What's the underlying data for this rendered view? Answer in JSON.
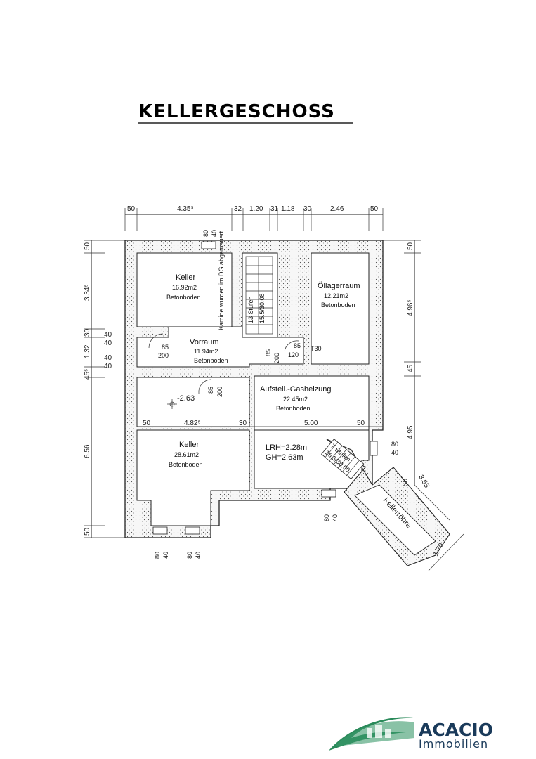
{
  "title": "KELLERGESCHOSS",
  "dimensions_top": [
    "50",
    "4.35⁵",
    "32",
    "1.20",
    "31",
    "1.18",
    "30",
    "2.46",
    "50"
  ],
  "dimensions_left": [
    "50",
    "3.34⁵",
    "30",
    "1.32",
    "45⁵",
    "6.56",
    "50"
  ],
  "dimensions_right": [
    "50",
    "4.96⁵",
    "45",
    "4.95"
  ],
  "rooms": {
    "keller1": {
      "name": "Keller",
      "area": "16.92m2",
      "floor": "Betonboden"
    },
    "oellager": {
      "name": "Öllagerraum",
      "area": "12.21m2",
      "floor": "Betonboden"
    },
    "vorraum": {
      "name": "Vorraum",
      "area": "11.94m2",
      "floor": "Betonboden"
    },
    "heizung": {
      "name": "Aufstell.-Gasheizung",
      "area": "22.45m2",
      "floor": "Betonboden"
    },
    "keller2": {
      "name": "Keller",
      "area": "28.61m2",
      "floor": "Betonboden"
    }
  },
  "notes": {
    "kamine": "Kamine wurden im DG abgemauert",
    "stairs": "13 Stufen",
    "stairs_dim": "15.5/30.08",
    "level": "-2.63",
    "lrh": "LRH=2.28m",
    "gh": "GH=2.63m",
    "kellerroehre": "Kellerröhre",
    "stufen2": "7 Stufen",
    "stufen2_dim": "16.5/30.00",
    "t30": "T30"
  },
  "openings": {
    "win_top": [
      "80",
      "40"
    ],
    "win_left1": [
      "40",
      "40"
    ],
    "win_left2": [
      "40",
      "40"
    ],
    "door_keller1": [
      "85",
      "200"
    ],
    "door_center": [
      "85",
      "200"
    ],
    "door_oel": [
      "85",
      "120"
    ],
    "door_keller2": [
      "85",
      "200"
    ],
    "win_right": [
      "80",
      "40"
    ],
    "win_bottom1": [
      "80",
      "40"
    ],
    "win_bottom2": [
      "80",
      "40"
    ],
    "win_heizung": [
      "80",
      "40"
    ]
  },
  "inner_dims": {
    "left": "50",
    "keller_width": "4.82⁵",
    "mid": "30",
    "heizung_width": "5.00",
    "right": "50"
  },
  "ext_dims": {
    "d1": "3.55",
    "d2": "1.70",
    "d3": "50"
  },
  "logo": {
    "name": "ACACIO",
    "sub": "Immobilien"
  }
}
